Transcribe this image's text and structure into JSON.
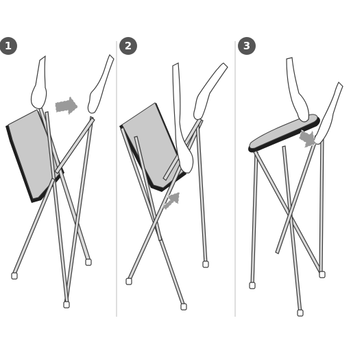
{
  "steps": [
    {
      "number": "1"
    },
    {
      "number": "2"
    },
    {
      "number": "3"
    }
  ],
  "colors": {
    "badge": "#555555",
    "board": "#c9c9c9",
    "board_edge": "#1e1e1e",
    "frame": "#d9d9d9",
    "outline": "#3a3a3a",
    "arrow": "#9a9a9a",
    "divider": "#bdbdbd"
  },
  "icons": [
    "step-badge",
    "fold-arrow",
    "hand"
  ]
}
